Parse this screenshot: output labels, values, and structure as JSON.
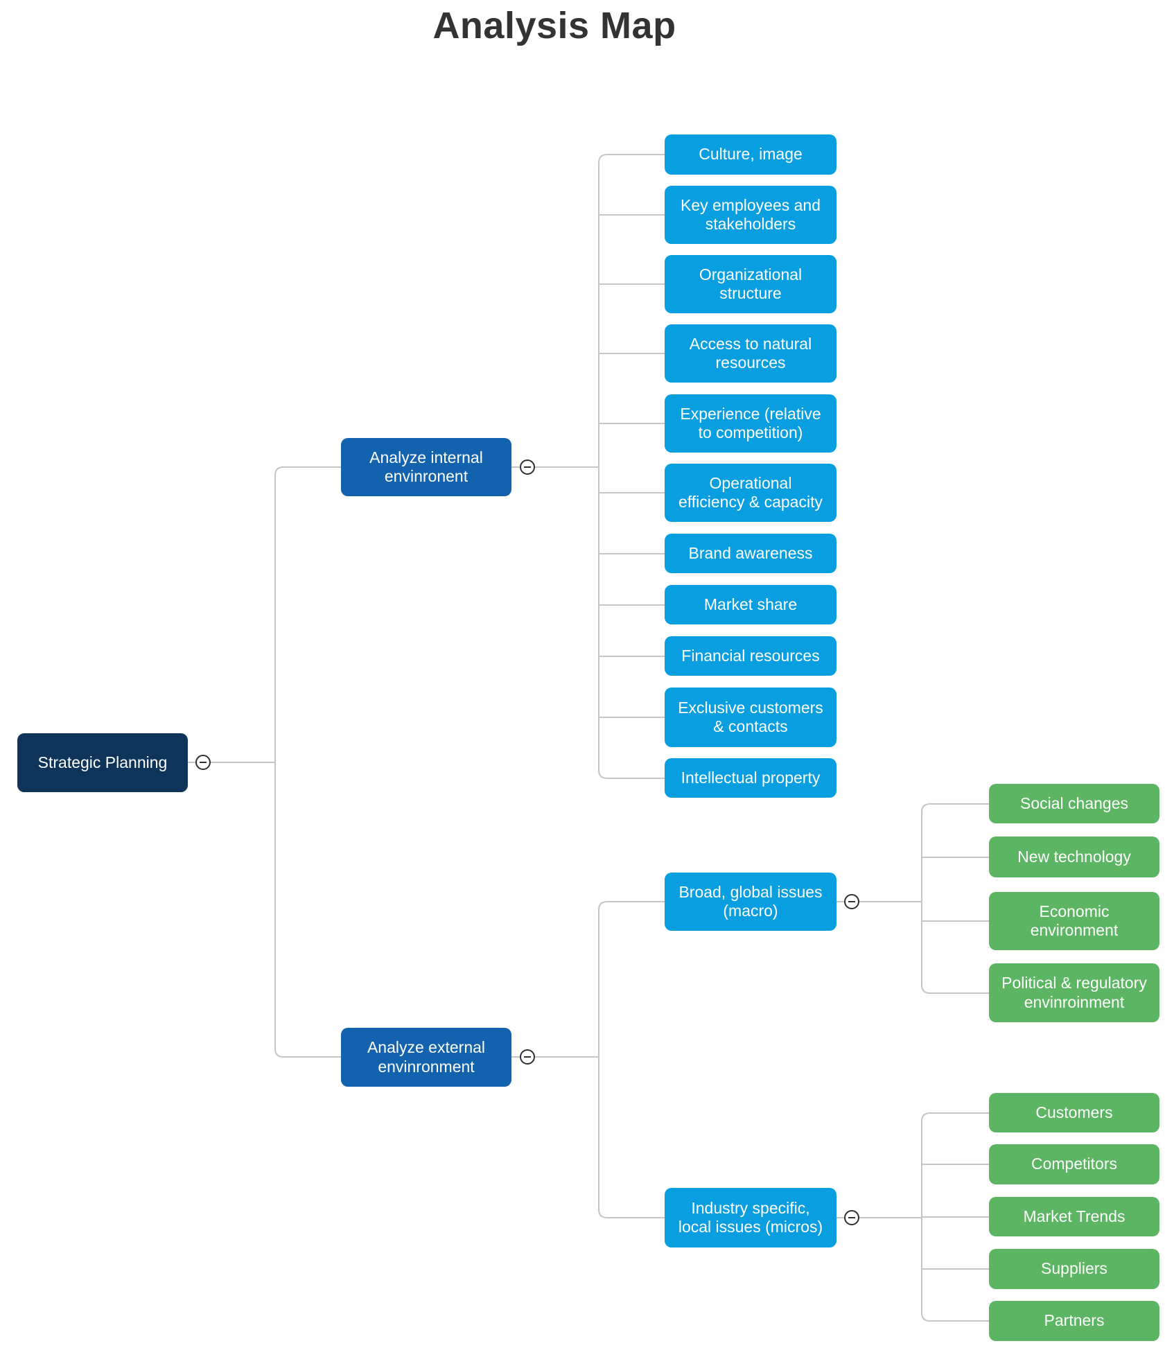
{
  "title": "Analysis Map",
  "colors": {
    "root": "#0F3459",
    "branch": "#1262AE",
    "leaf_blue": "#089EE0",
    "leaf_green": "#5BB563",
    "connector": "#C5C5C5",
    "node_text": "#FFFFFF",
    "title_text": "#333333",
    "toggle_border": "#2F2F2F"
  },
  "toggle_icon": "minus",
  "nodes": [
    {
      "id": "strategic-planning",
      "label": "Strategic Planning",
      "role": "root",
      "parent": null
    },
    {
      "id": "internal",
      "label": "Analyze internal\nenvinronent",
      "role": "branch",
      "parent": "strategic-planning"
    },
    {
      "id": "external",
      "label": "Analyze external\nenvinronment",
      "role": "branch",
      "parent": "strategic-planning"
    },
    {
      "id": "culture-image",
      "label": "Culture, image",
      "role": "leaf_blue",
      "parent": "internal"
    },
    {
      "id": "key-employees",
      "label": "Key employees and\nstakeholders",
      "role": "leaf_blue",
      "parent": "internal"
    },
    {
      "id": "org-structure",
      "label": "Organizational\nstructure",
      "role": "leaf_blue",
      "parent": "internal"
    },
    {
      "id": "natural-resources",
      "label": "Access to natural\nresources",
      "role": "leaf_blue",
      "parent": "internal"
    },
    {
      "id": "experience",
      "label": "Experience (relative\nto competition)",
      "role": "leaf_blue",
      "parent": "internal"
    },
    {
      "id": "operational",
      "label": "Operational\nefficiency & capacity",
      "role": "leaf_blue",
      "parent": "internal"
    },
    {
      "id": "brand-awareness",
      "label": "Brand awareness",
      "role": "leaf_blue",
      "parent": "internal"
    },
    {
      "id": "market-share",
      "label": "Market share",
      "role": "leaf_blue",
      "parent": "internal"
    },
    {
      "id": "financial-resources",
      "label": "Financial resources",
      "role": "leaf_blue",
      "parent": "internal"
    },
    {
      "id": "exclusive-customers",
      "label": "Exclusive customers\n& contacts",
      "role": "leaf_blue",
      "parent": "internal"
    },
    {
      "id": "intellectual-property",
      "label": "Intellectual property",
      "role": "leaf_blue",
      "parent": "internal"
    },
    {
      "id": "broad-global",
      "label": "Broad, global issues\n(macro)",
      "role": "leaf_blue",
      "parent": "external"
    },
    {
      "id": "industry-specific",
      "label": "Industry specific,\nlocal issues (micros)",
      "role": "leaf_blue",
      "parent": "external"
    },
    {
      "id": "social-changes",
      "label": "Social changes",
      "role": "leaf_green",
      "parent": "broad-global"
    },
    {
      "id": "new-technology",
      "label": "New technology",
      "role": "leaf_green",
      "parent": "broad-global"
    },
    {
      "id": "economic-environment",
      "label": "Economic\nenvironment",
      "role": "leaf_green",
      "parent": "broad-global"
    },
    {
      "id": "political-regulatory",
      "label": "Political & regulatory\nenvinroinment",
      "role": "leaf_green",
      "parent": "broad-global"
    },
    {
      "id": "customers",
      "label": "Customers",
      "role": "leaf_green",
      "parent": "industry-specific"
    },
    {
      "id": "competitors",
      "label": "Competitors",
      "role": "leaf_green",
      "parent": "industry-specific"
    },
    {
      "id": "market-trends",
      "label": "Market Trends",
      "role": "leaf_green",
      "parent": "industry-specific"
    },
    {
      "id": "suppliers",
      "label": "Suppliers",
      "role": "leaf_green",
      "parent": "industry-specific"
    },
    {
      "id": "partners",
      "label": "Partners",
      "role": "leaf_green",
      "parent": "industry-specific"
    }
  ]
}
